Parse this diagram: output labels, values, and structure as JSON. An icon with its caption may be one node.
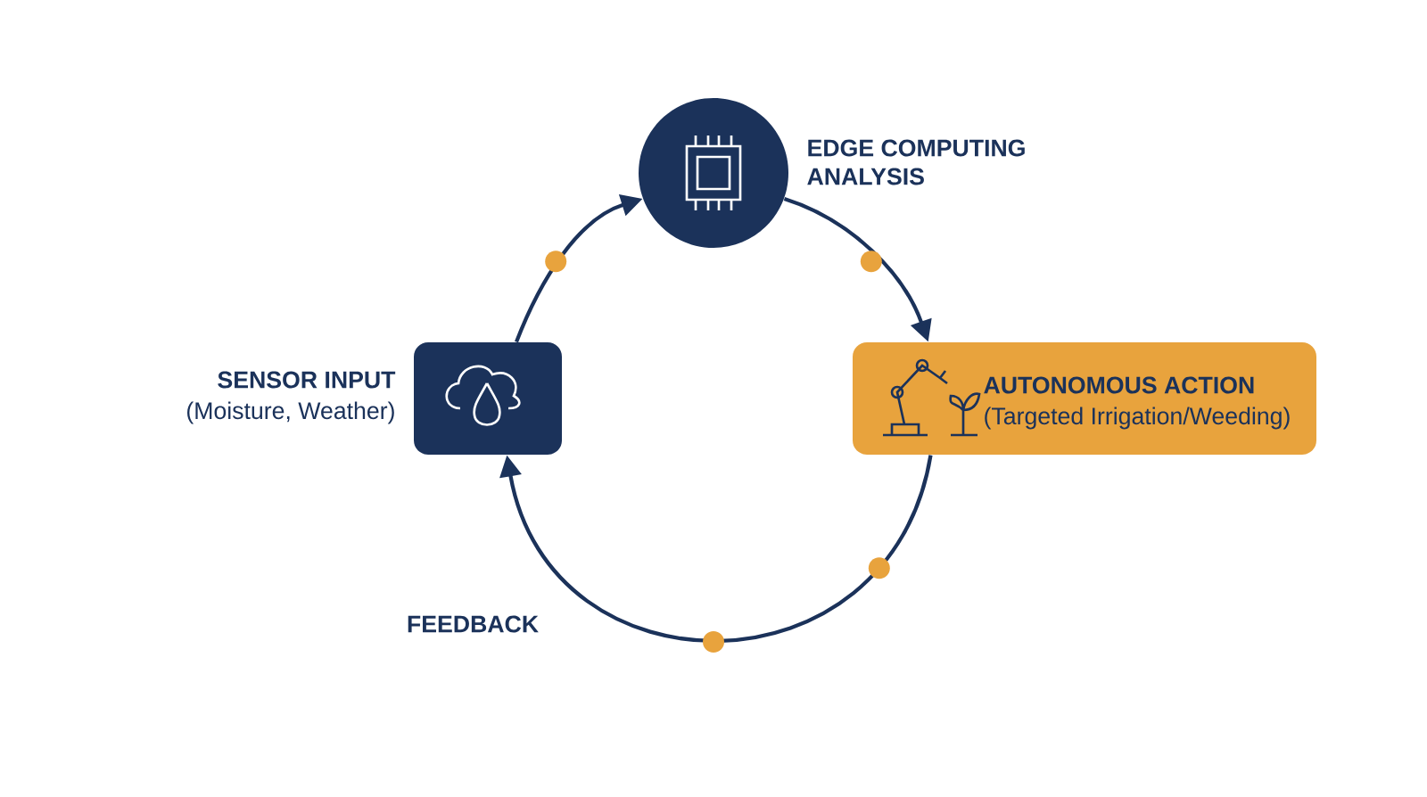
{
  "diagram": {
    "nodes": [
      {
        "text": [
          "SENSOR INPUT",
          "(Moisture, Weather)"
        ]
      },
      {
        "text": [
          "EDGE COMPUTING ANALYSIS"
        ]
      },
      {
        "text": [
          "AUTONOMOUS ACTION",
          "(Targeted Irrigation/Weeding)"
        ]
      }
    ],
    "edges": [
      {
        "from": 0,
        "to": 1,
        "arrow": "to"
      },
      {
        "from": 1,
        "to": 2,
        "arrow": "to"
      },
      {
        "from": 2,
        "to": 0,
        "arrow": "to",
        "label": "FEEDBACK"
      }
    ]
  }
}
